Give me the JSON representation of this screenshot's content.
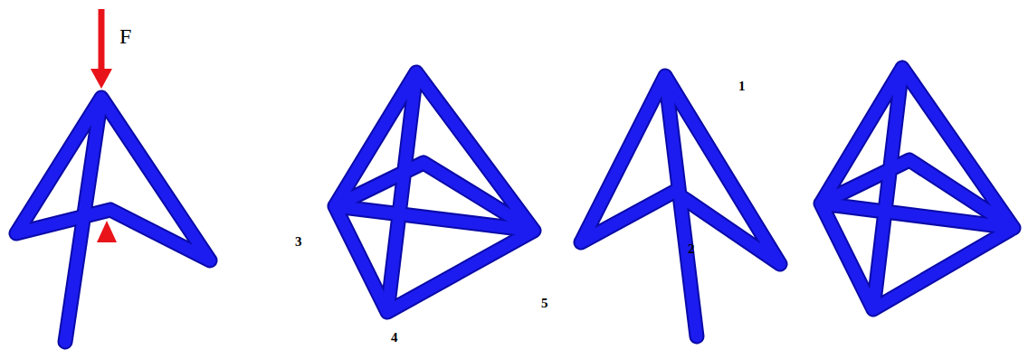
{
  "diagram": {
    "labels": [
      "F",
      "1",
      "3",
      "2",
      "5",
      "4"
    ]
  }
}
